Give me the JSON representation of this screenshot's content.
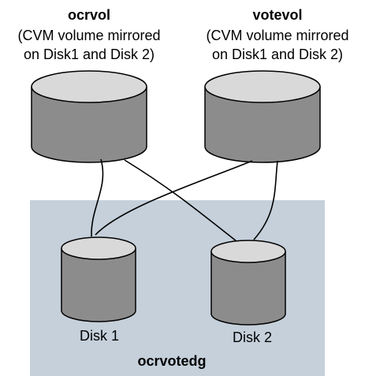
{
  "volumes": [
    {
      "name": "ocrvol",
      "description_line1": "(CVM volume mirrored",
      "description_line2": "on Disk1 and Disk 2)"
    },
    {
      "name": "votevol",
      "description_line1": "(CVM volume mirrored",
      "description_line2": "on Disk1 and Disk 2)"
    }
  ],
  "disks": [
    {
      "label": "Disk 1"
    },
    {
      "label": "Disk 2"
    }
  ],
  "disk_group": {
    "name": "ocrvotedg"
  },
  "colors": {
    "disk_group_background": "#c5d0db",
    "cylinder_body": "#8c8c8c",
    "cylinder_top": "#d9d9d9",
    "outline": "#000000"
  }
}
